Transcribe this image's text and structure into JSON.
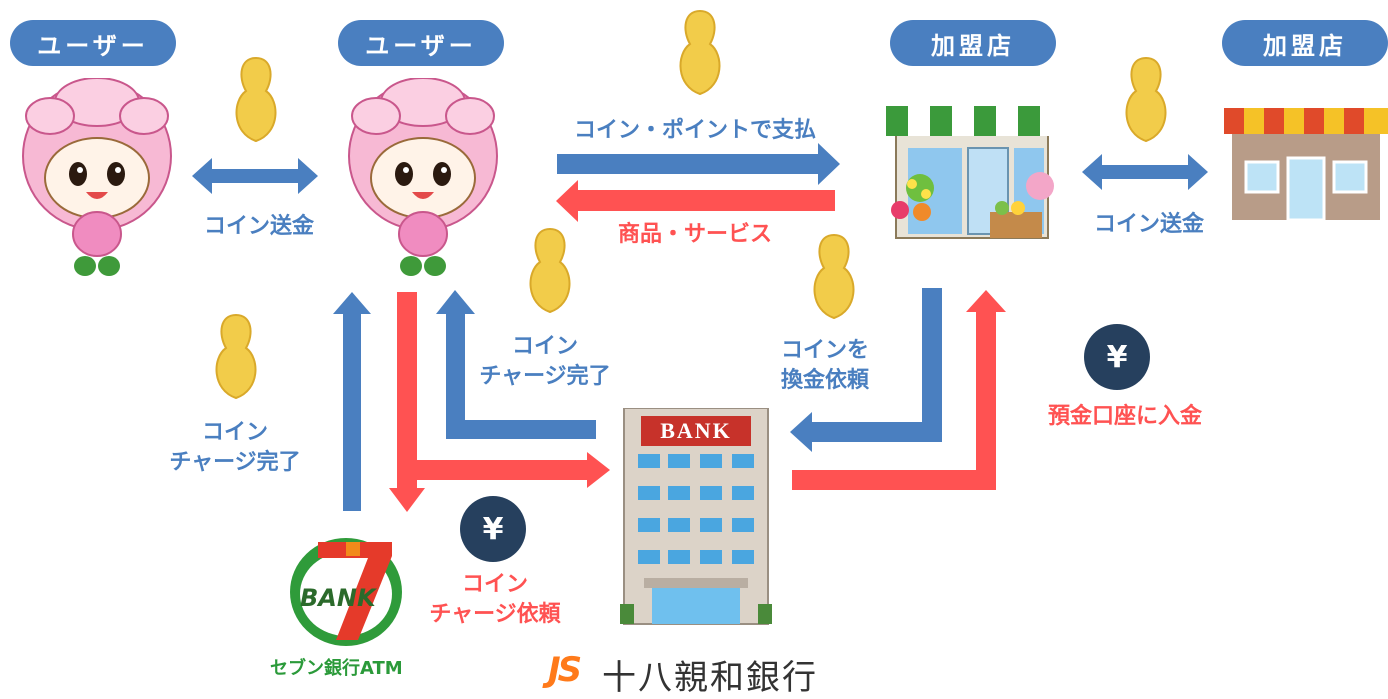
{
  "nodes": {
    "user_left": "ユーザー",
    "user_center": "ユーザー",
    "merchant_center": "加盟店",
    "merchant_right": "加盟店"
  },
  "labels": {
    "coin_transfer_left": "コイン送金",
    "coin_transfer_right": "コイン送金",
    "pay_with_coin_points": "コイン・ポイントで支払",
    "goods_services": "商品・サービス",
    "charge_complete_center_line1": "コイン",
    "charge_complete_center_line2": "チャージ完了",
    "charge_complete_left_line1": "コイン",
    "charge_complete_left_line2": "チャージ完了",
    "charge_request_line1": "コイン",
    "charge_request_line2": "チャージ依頼",
    "exchange_request_line1": "コインを",
    "exchange_request_line2": "換金依頼",
    "deposit_to_account": "預金口座に入金"
  },
  "yen_symbol": "¥",
  "bank_sign": "BANK",
  "logos": {
    "seven_bank_badge": "BANK",
    "seven_bank_name": "セブン銀行ATM",
    "juhachi_mark": "JS",
    "juhachi_name": "十八親和銀行"
  },
  "colors": {
    "blue": "#4a7fc0",
    "red": "#ff5252",
    "navy": "#26405e",
    "coin": "#f2cc4a"
  }
}
